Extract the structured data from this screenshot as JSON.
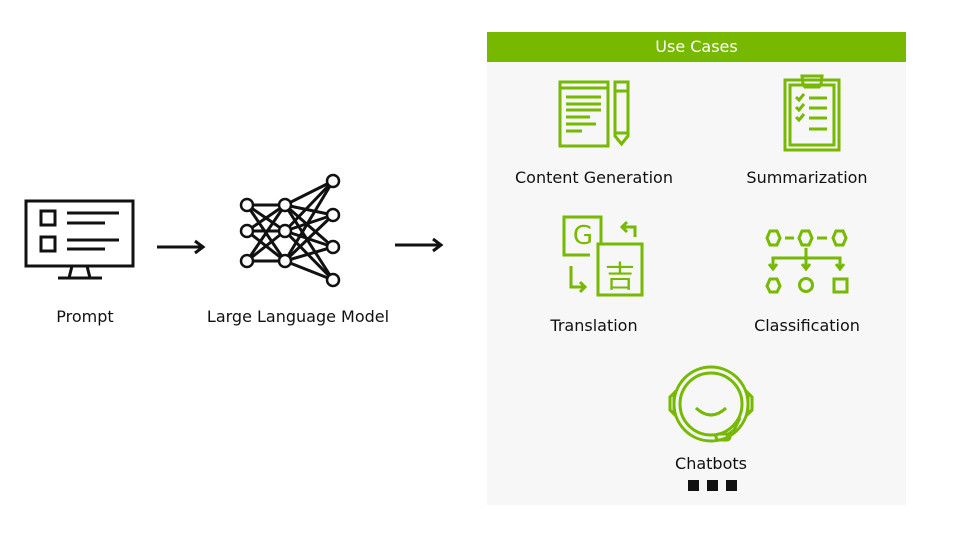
{
  "flow": {
    "steps": [
      {
        "id": "prompt",
        "label": "Prompt",
        "icon": "monitor-form-icon"
      },
      {
        "id": "llm",
        "label": "Large Language Model",
        "icon": "neural-network-icon"
      }
    ],
    "connector_icon": "arrow-right-icon"
  },
  "use_cases": {
    "title": "Use Cases",
    "accent_color": "#76b900",
    "items": [
      {
        "label": "Content Generation",
        "icon": "document-pencil-icon"
      },
      {
        "label": "Summarization",
        "icon": "clipboard-checklist-icon"
      },
      {
        "label": "Translation",
        "icon": "translate-icon"
      },
      {
        "label": "Classification",
        "icon": "hierarchy-sort-icon"
      },
      {
        "label": "Chatbots",
        "icon": "headset-icon"
      }
    ],
    "more_indicator": "ellipsis-squares-icon"
  }
}
